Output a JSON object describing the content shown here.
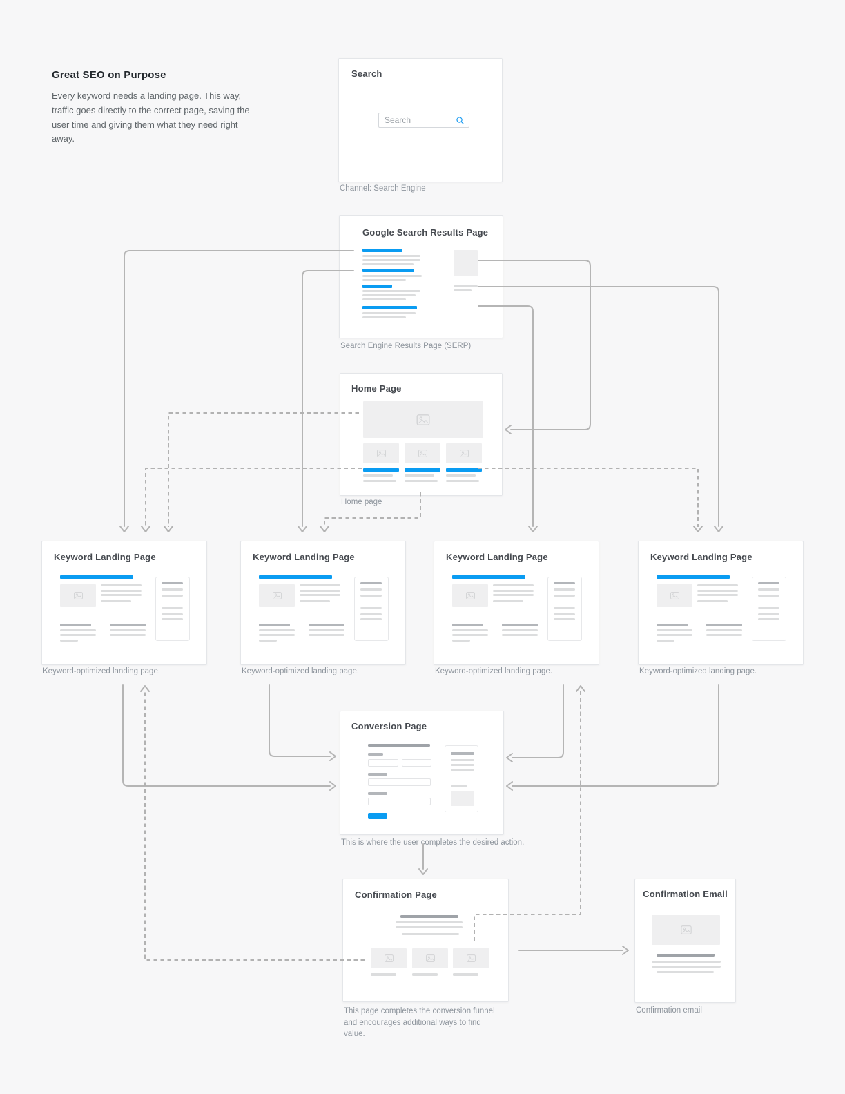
{
  "page": {
    "background": "#f7f7f8",
    "accent_blue": "#0a9cf2",
    "connector_gray": "#b4b4b4"
  },
  "intro": {
    "title": "Great SEO on Purpose",
    "body": "Every keyword needs a landing page. This way, traffic goes directly to the correct page, saving the user time and giving them what they need right away."
  },
  "nodes": {
    "search": {
      "title": "Search",
      "input_placeholder": "Search",
      "caption": "Channel: Search Engine"
    },
    "serp": {
      "title": "Google Search Results Page",
      "caption": "Search Engine Results Page (SERP)"
    },
    "home": {
      "title": "Home Page",
      "caption": "Home page"
    },
    "keyword_landing": {
      "title": "Keyword Landing Page",
      "caption": "Keyword-optimized landing page.",
      "count": 4
    },
    "conversion": {
      "title": "Conversion Page",
      "caption": "This is where the user completes the desired action."
    },
    "confirmation_page": {
      "title": "Confirmation Page",
      "caption": "This page completes the conversion funnel and encourages additional ways to find value."
    },
    "confirmation_email": {
      "title": "Confirmation Email",
      "caption": "Confirmation email"
    }
  }
}
